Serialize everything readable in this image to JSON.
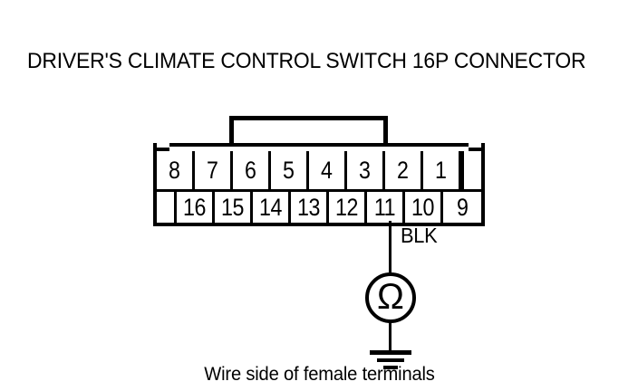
{
  "title": "DRIVER'S CLIMATE CONTROL SWITCH 16P CONNECTOR",
  "caption": "Wire side of female terminals",
  "connector": {
    "type": "16P",
    "name": "DRIVER'S CLIMATE CONTROL SWITCH",
    "rows": {
      "top": [
        {
          "label": "8",
          "blank": false
        },
        {
          "label": "7",
          "blank": false
        },
        {
          "label": "6",
          "blank": false
        },
        {
          "label": "5",
          "blank": false
        },
        {
          "label": "4",
          "blank": false
        },
        {
          "label": "3",
          "blank": false
        },
        {
          "label": "2",
          "blank": false
        },
        {
          "label": "1",
          "blank": false
        },
        {
          "label": "",
          "blank": true
        }
      ],
      "bottom": [
        {
          "label": "",
          "blank": true
        },
        {
          "label": "16",
          "blank": false
        },
        {
          "label": "15",
          "blank": false
        },
        {
          "label": "14",
          "blank": false
        },
        {
          "label": "13",
          "blank": false
        },
        {
          "label": "12",
          "blank": false
        },
        {
          "label": "11",
          "blank": false
        },
        {
          "label": "10",
          "blank": false
        },
        {
          "label": "9",
          "blank": false
        }
      ]
    }
  },
  "circuit": {
    "wire_color": "BLK",
    "probe_pin": "11",
    "instrument": "ohmmeter",
    "instrument_glyph": "Ω",
    "ground": "chassis-ground"
  },
  "colors": {
    "line": "#000000",
    "background": "#ffffff"
  }
}
